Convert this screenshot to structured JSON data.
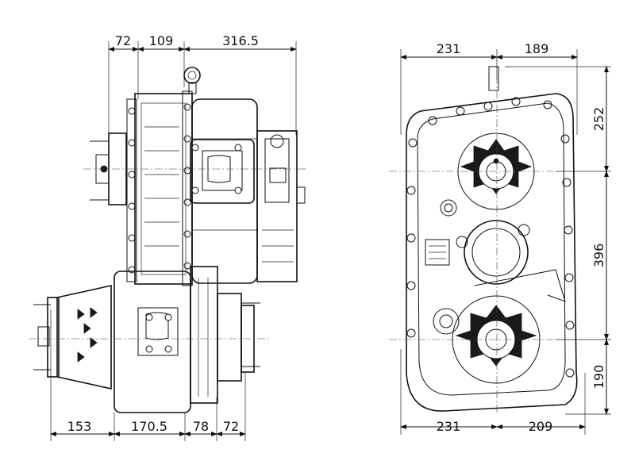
{
  "left_view": {
    "top_dimensions": [
      "72",
      "109",
      "316.5"
    ],
    "bottom_dimensions": [
      "153",
      "170.5",
      "78",
      "72"
    ]
  },
  "right_view": {
    "top_dimensions": [
      "231",
      "189"
    ],
    "bottom_dimensions": [
      "231",
      "209"
    ],
    "right_dimensions": [
      "252",
      "396",
      "190"
    ]
  }
}
